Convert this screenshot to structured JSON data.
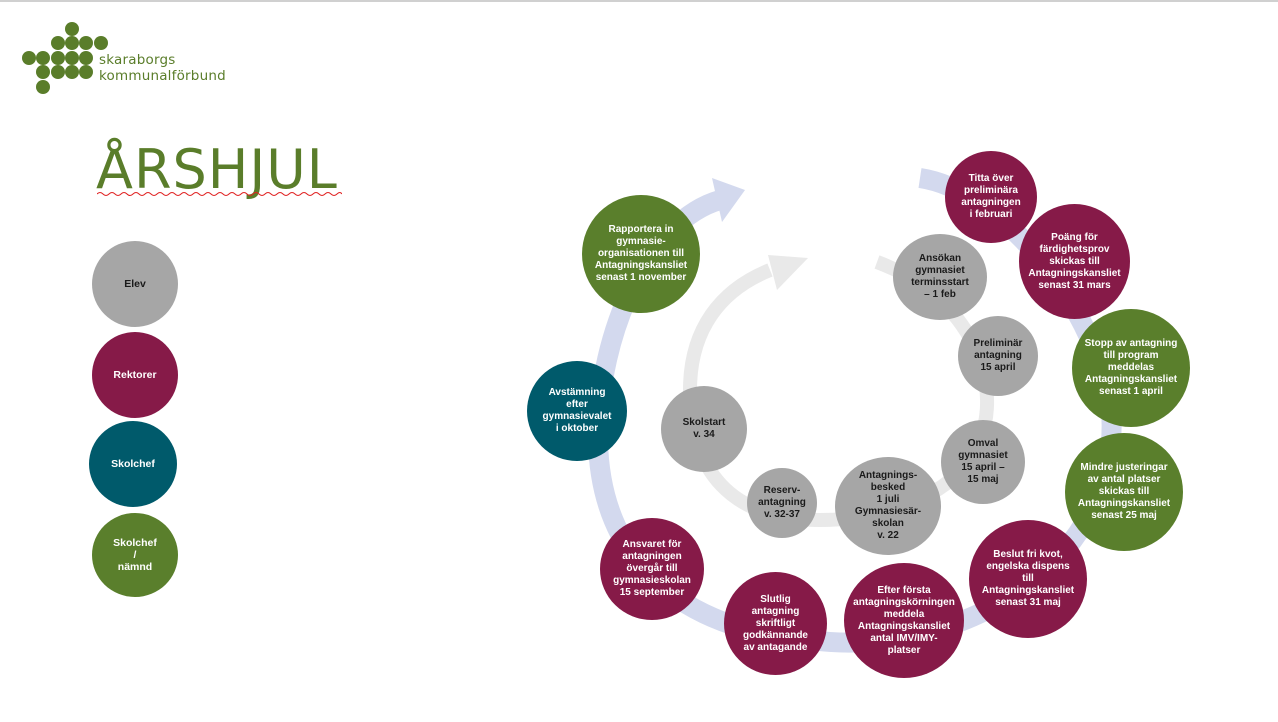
{
  "logo": {
    "line1": "skaraborgs",
    "line2": "kommunalförbund",
    "color": "#5a7d2a"
  },
  "title": "ÅRSHJUL",
  "legend": [
    {
      "label": "Elev",
      "color": "#a6a6a6"
    },
    {
      "label": "Rektorer",
      "color": "#861a48"
    },
    {
      "label": "Skolchef",
      "color": "#005a6b"
    },
    {
      "label": "Skolchef\n/\nnämnd",
      "color": "#5a7f2c"
    }
  ],
  "wheel": [
    {
      "text": "Rapportera in\ngymnasie-\norganisationen till\nAntagningskansliet\nsenast 1 november",
      "role": "Skolchef / nämnd"
    },
    {
      "text": "Titta över\npreliminära\nantagningen\ni februari",
      "role": "Rektorer"
    },
    {
      "text": "Poäng för\nfärdighetsprov\nskickas till\nAntagningskansliet\nsenast 31 mars",
      "role": "Rektorer"
    },
    {
      "text": "Stopp av antagning\ntill program\nmeddelas\nAntagningskansliet\nsenast 1 april",
      "role": "Skolchef / nämnd"
    },
    {
      "text": "Mindre justeringar\nav antal platser\nskickas till\nAntagningskansliet\nsenast 25 maj",
      "role": "Skolchef / nämnd"
    },
    {
      "text": "Beslut fri kvot,\nengelska dispens\ntill\nAntagningskansliet\nsenast 31 maj",
      "role": "Rektorer"
    },
    {
      "text": "Efter första\nantagningskörningen\nmeddela\nAntagningskansliet\nantal IMV/IMY-\nplatser",
      "role": "Rektorer"
    },
    {
      "text": "Slutlig\nantagning\nskriftligt\ngodkännande\nav antagande",
      "role": "Rektorer"
    },
    {
      "text": "Ansvaret för\nantagningen\növergår till\ngymnasieskolan\n15 september",
      "role": "Rektorer"
    },
    {
      "text": "Avstämning\nefter\ngymnasievalet\ni oktober",
      "role": "Skolchef"
    },
    {
      "text": "Ansökan\ngymnasiet\nterminsstart\n– 1 feb",
      "role": "Elev"
    },
    {
      "text": "Preliminär\nantagning\n15 april",
      "role": "Elev"
    },
    {
      "text": "Omval\ngymnasiet\n15 april –\n15 maj",
      "role": "Elev"
    },
    {
      "text": "Antagnings-\nbesked\n1 juli\nGymnasiesär-\nskolan\nv. 22",
      "role": "Elev"
    },
    {
      "text": "Reserv-\nantagning\nv. 32-37",
      "role": "Elev"
    },
    {
      "text": "Skolstart\nv. 34",
      "role": "Elev"
    }
  ]
}
